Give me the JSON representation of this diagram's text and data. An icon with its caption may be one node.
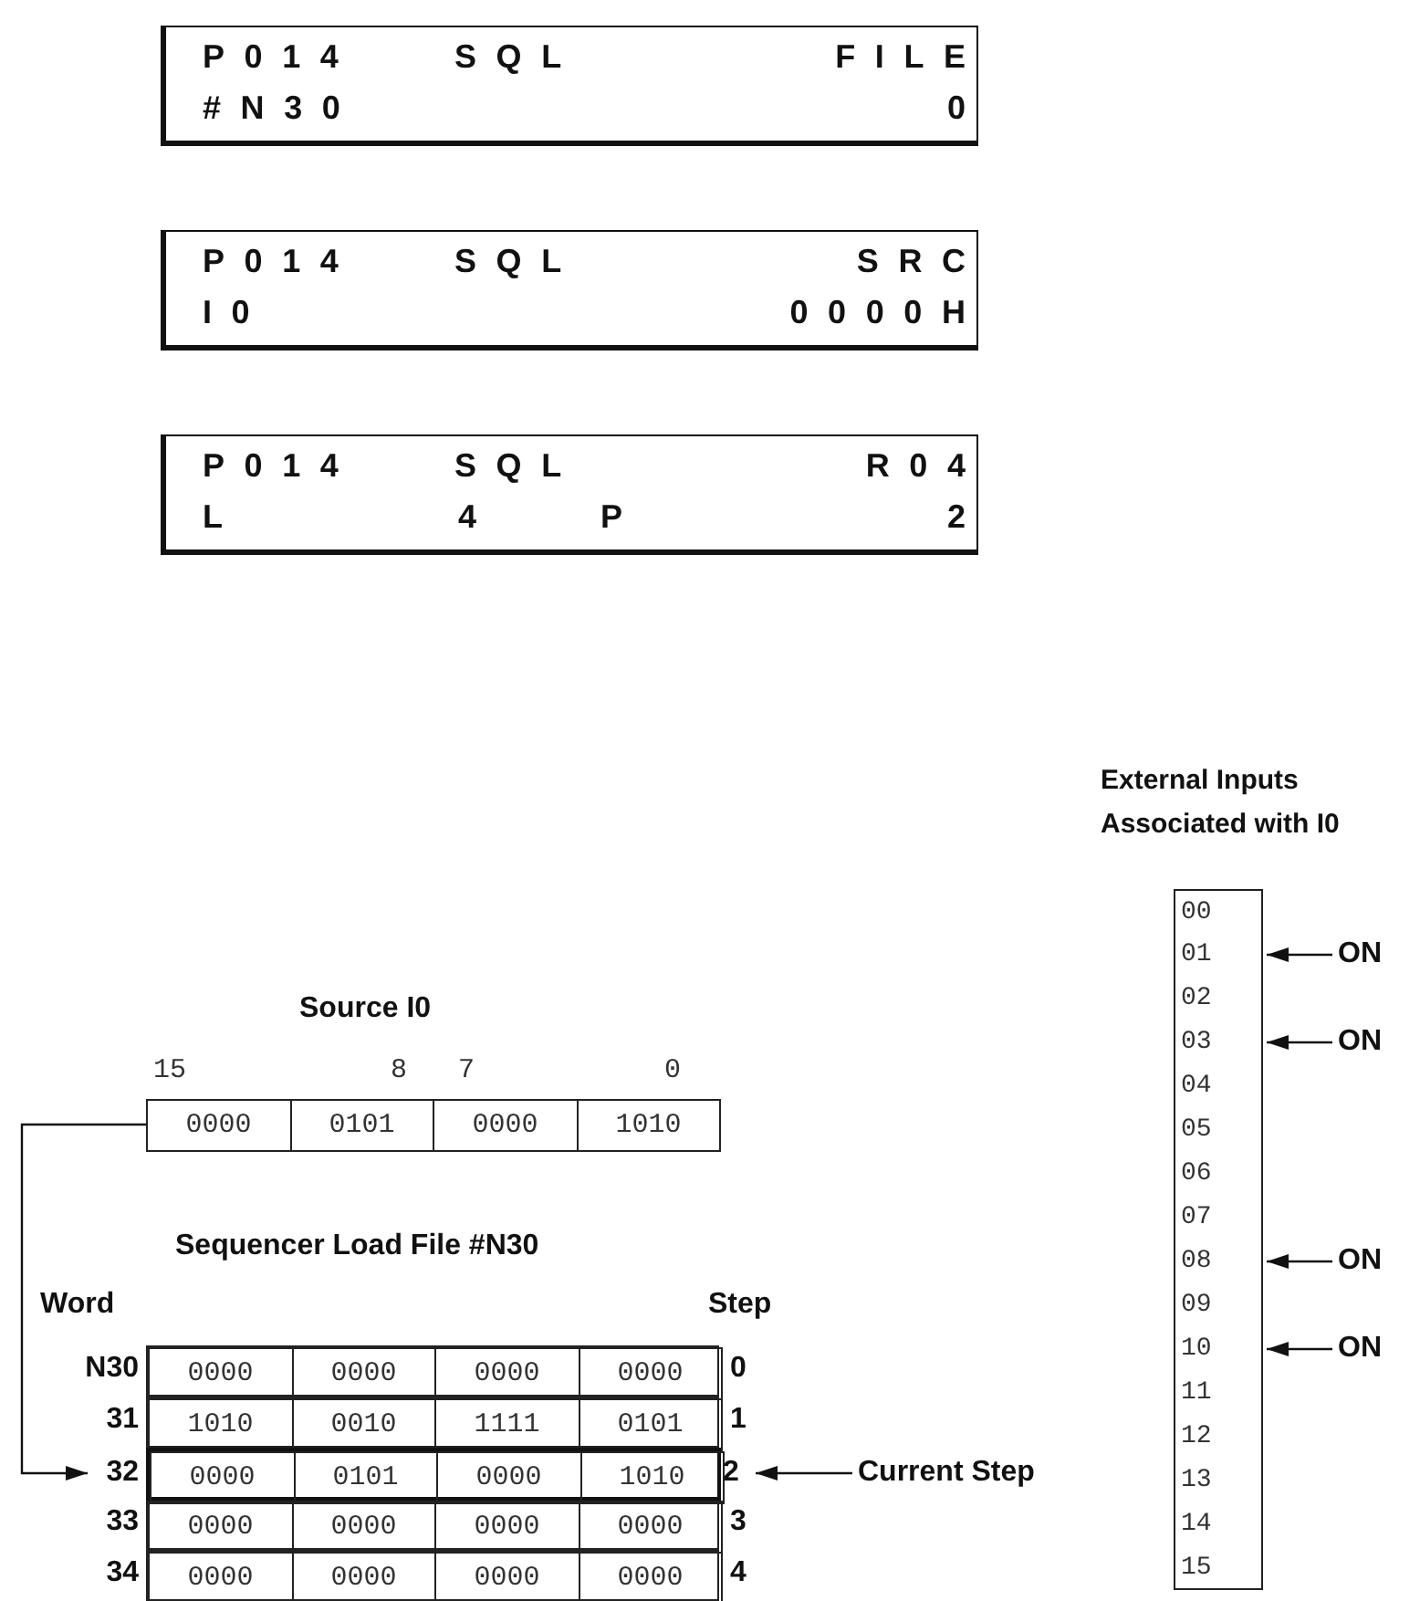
{
  "diagram": {
    "nodes": [
      {
        "text": [
          "P014",
          "SQL",
          "FILE",
          "#N30",
          "0"
        ]
      },
      {
        "text": [
          "P014",
          "SQL",
          "SRC",
          "I0",
          "0000H"
        ]
      },
      {
        "text": [
          "P014",
          "SQL",
          "R04",
          "L",
          "4",
          "P",
          "2"
        ]
      },
      {
        "text": [
          "Source I0"
        ]
      },
      {
        "text": [
          "0000"
        ],
        "in": 3
      },
      {
        "text": [
          "0101"
        ],
        "in": 3
      },
      {
        "text": [
          "0000"
        ],
        "in": 3
      },
      {
        "text": [
          "1010"
        ],
        "in": 3
      },
      {
        "text": [
          "Sequencer Load File #N30"
        ]
      },
      {
        "text": [],
        "shape": "box",
        "in": 8
      },
      {
        "text": [
          "0000"
        ],
        "in": 9
      },
      {
        "text": [
          "0000"
        ],
        "in": 9
      },
      {
        "text": [
          "0000"
        ],
        "in": 9
      },
      {
        "text": [
          "0000"
        ],
        "in": 9
      },
      {
        "text": [],
        "shape": "box",
        "in": 8
      },
      {
        "text": [
          "1010"
        ],
        "in": 14
      },
      {
        "text": [
          "0010"
        ],
        "in": 14
      },
      {
        "text": [
          "1111"
        ],
        "in": 14
      },
      {
        "text": [
          "0101"
        ],
        "in": 14
      },
      {
        "text": [],
        "shape": "box",
        "in": 8
      },
      {
        "text": [
          "0000"
        ],
        "in": 19
      },
      {
        "text": [
          "0101"
        ],
        "in": 19
      },
      {
        "text": [
          "0000"
        ],
        "in": 19
      },
      {
        "text": [
          "1010"
        ],
        "in": 19
      },
      {
        "text": [],
        "shape": "box",
        "in": 8
      },
      {
        "text": [
          "0000"
        ],
        "in": 24
      },
      {
        "text": [
          "0000"
        ],
        "in": 24
      },
      {
        "text": [
          "0000"
        ],
        "in": 24
      },
      {
        "text": [
          "0000"
        ],
        "in": 24
      },
      {
        "text": [],
        "shape": "box",
        "in": 8
      },
      {
        "text": [
          "0000"
        ],
        "in": 29
      },
      {
        "text": [
          "0000"
        ],
        "in": 29
      },
      {
        "text": [
          "0000"
        ],
        "in": 29
      },
      {
        "text": [
          "0000"
        ],
        "in": 29
      },
      {
        "text": [
          "2"
        ]
      },
      {
        "text": [
          "Current Step"
        ]
      },
      {
        "text": [
          "External Inputs Associated with I0"
        ]
      },
      {
        "text": [
          "00"
        ],
        "in": 36
      },
      {
        "text": [
          "01"
        ],
        "in": 36
      },
      {
        "text": [
          "02"
        ],
        "in": 36
      },
      {
        "text": [
          "03"
        ],
        "in": 36
      },
      {
        "text": [
          "04"
        ],
        "in": 36
      },
      {
        "text": [
          "05"
        ],
        "in": 36
      },
      {
        "text": [
          "06"
        ],
        "in": 36
      },
      {
        "text": [
          "07"
        ],
        "in": 36
      },
      {
        "text": [
          "08"
        ],
        "in": 36
      },
      {
        "text": [
          "09"
        ],
        "in": 36
      },
      {
        "text": [
          "10"
        ],
        "in": 36
      },
      {
        "text": [
          "11"
        ],
        "in": 36
      },
      {
        "text": [
          "12"
        ],
        "in": 36
      },
      {
        "text": [
          "13"
        ],
        "in": 36
      },
      {
        "text": [
          "14"
        ],
        "in": 36
      },
      {
        "text": [
          "15"
        ],
        "in": 36
      },
      {
        "text": [
          "ON"
        ]
      },
      {
        "text": [
          "ON"
        ]
      },
      {
        "text": [
          "ON"
        ]
      },
      {
        "text": [
          "ON"
        ]
      },
      {
        "text": [
          "32"
        ]
      }
    ],
    "edges": [
      {
        "from": 3,
        "to": 57,
        "arrow": "to"
      },
      {
        "from": 35,
        "to": 34,
        "arrow": "to"
      },
      {
        "from": 53,
        "to": 38,
        "arrow": "to"
      },
      {
        "from": 54,
        "to": 40,
        "arrow": "to"
      },
      {
        "from": 55,
        "to": 45,
        "arrow": "to"
      },
      {
        "from": 56,
        "to": 47,
        "arrow": "to"
      }
    ],
    "labels": [
      "15",
      "8",
      "7",
      "0",
      "Word",
      "Step",
      "N30",
      "0",
      "31",
      "1",
      "33",
      "3",
      "34",
      "4"
    ]
  }
}
